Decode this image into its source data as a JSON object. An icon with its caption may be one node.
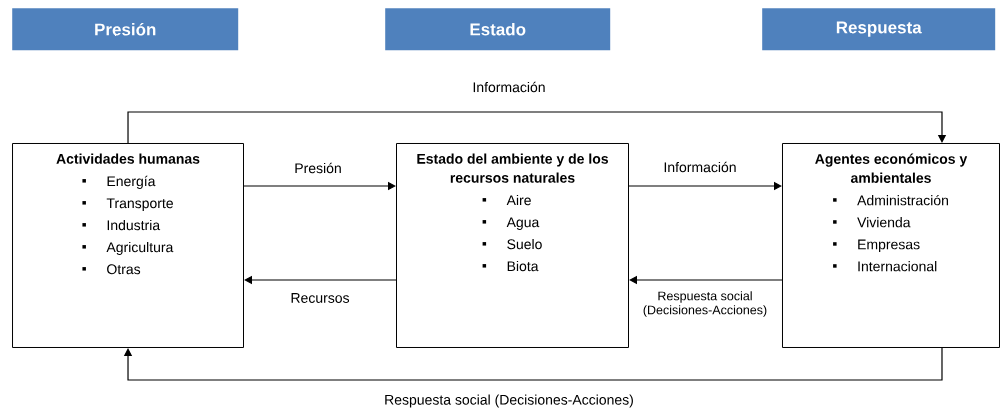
{
  "diagram": {
    "nodes": [
      {
        "text": [
          "Presión"
        ]
      },
      {
        "text": [
          "Estado"
        ]
      },
      {
        "text": [
          "Respuesta"
        ]
      },
      {
        "text": [
          "Actividades humanas",
          "Energía",
          "Transporte",
          "Industria",
          "Agricultura",
          "Otras"
        ]
      },
      {
        "text": [
          "Estado del ambiente y de los recursos naturales",
          "Aire",
          "Agua",
          "Suelo",
          "Biota"
        ]
      },
      {
        "text": [
          "Agentes económicos y ambientales",
          "Administración",
          "Vivienda",
          "Empresas",
          "Internacional"
        ]
      }
    ],
    "edges": [
      {
        "from": 3,
        "to": 4,
        "arrow": "to",
        "label": "Presión"
      },
      {
        "from": 4,
        "to": 3,
        "arrow": "to",
        "label": "Recursos"
      },
      {
        "from": 4,
        "to": 5,
        "arrow": "to",
        "label": "Información"
      },
      {
        "from": 5,
        "to": 4,
        "arrow": "to",
        "label": "Respuesta social (Decisiones-Acciones)"
      },
      {
        "from": 3,
        "to": 5,
        "arrow": "to",
        "label": "Información"
      },
      {
        "from": 5,
        "to": 3,
        "arrow": "to",
        "label": "Respuesta social (Decisiones-Acciones)"
      }
    ]
  }
}
